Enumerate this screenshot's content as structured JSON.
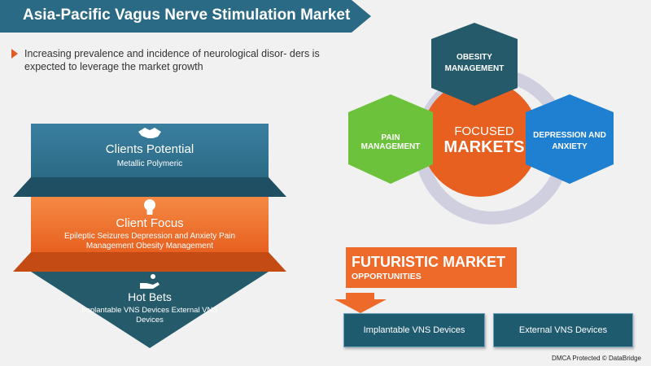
{
  "header": {
    "title": "Asia-Pacific Vagus Nerve Stimulation Market",
    "subtitle": "Increasing prevalence and incidence of neurological disor- ders is expected to leverage the market growth"
  },
  "funnel": {
    "tiers": [
      {
        "title": "Clients Potential",
        "detail": "Metallic  Polymeric",
        "icon": "handshake-icon"
      },
      {
        "title": "Client Focus",
        "detail": "Epileptic Seizures  Depression and Anxiety Pain Management  Obesity Management",
        "icon": "lightbulb-icon"
      },
      {
        "title": "Hot Bets",
        "detail": "Implantable VNS Devices External VNS Devices",
        "icon": "hand-coins-icon"
      }
    ]
  },
  "focused": {
    "center_line1": "FOCUSED",
    "center_line2": "MARKETS",
    "hexagons": [
      {
        "label": "OBESITY MANAGEMENT",
        "color": "#245a6a"
      },
      {
        "label": "PAIN MANAGEMENT",
        "color": "#6cc33b"
      },
      {
        "label": "DEPRESSION AND ANXIETY",
        "color": "#1f7fd0"
      }
    ]
  },
  "futuristic": {
    "title": "FUTURISTIC MARKET",
    "subtitle": "OPPORTUNITIES",
    "devices": [
      "Implantable VNS Devices",
      "External VNS Devices"
    ]
  },
  "footer": {
    "text": "DMCA Protected © DataBridge"
  },
  "colors": {
    "teal": "#2b6a85",
    "orange": "#ee6a2a",
    "dark_teal": "#1f5b6f"
  }
}
